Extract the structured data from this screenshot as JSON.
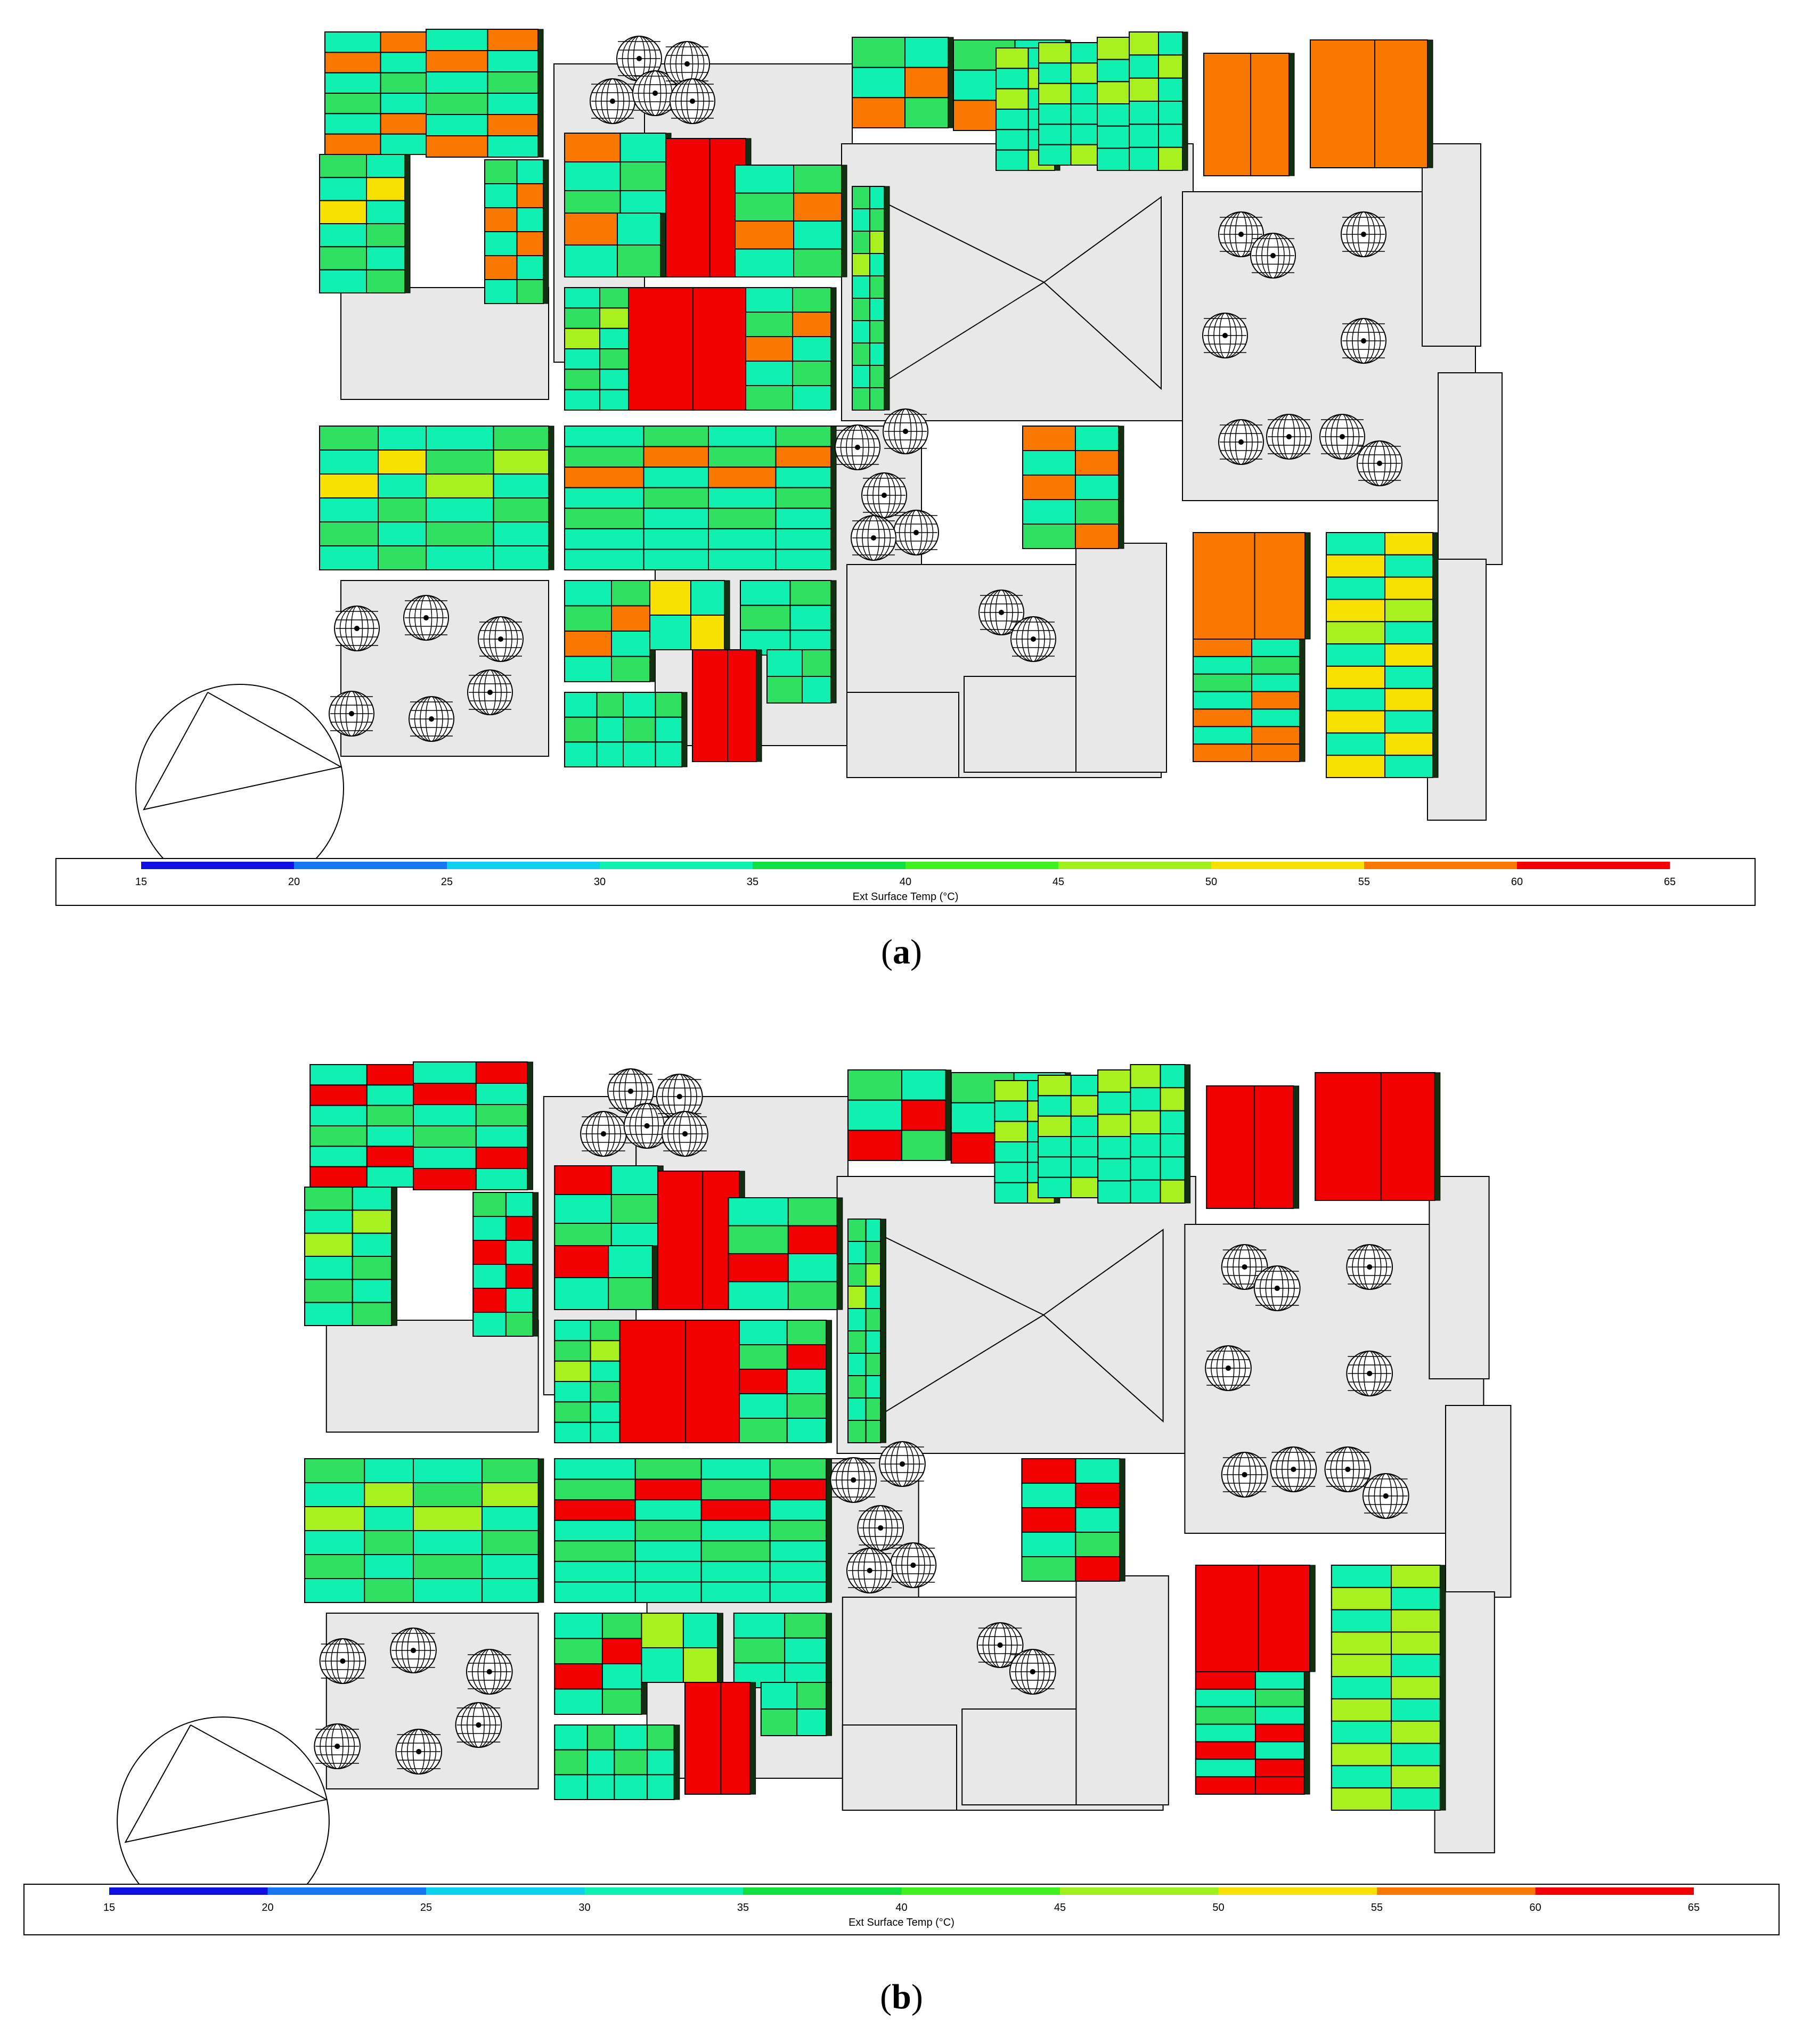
{
  "panels": [
    {
      "id": "a",
      "caption_open": "(",
      "caption_letter": "a",
      "caption_close": ")"
    },
    {
      "id": "b",
      "caption_open": "(",
      "caption_letter": "b",
      "caption_close": ")"
    }
  ],
  "legend": {
    "title": "Ext Surface Temp (°C)",
    "ticks": [
      "15",
      "20",
      "25",
      "30",
      "35",
      "40",
      "45",
      "50",
      "55",
      "60",
      "65"
    ],
    "colors": [
      "#1010e0",
      "#1478f0",
      "#10d0f0",
      "#10f0b0",
      "#10e040",
      "#40f020",
      "#a0f020",
      "#f8e000",
      "#f87800",
      "#f00000"
    ]
  },
  "palette": {
    "cyan": "#10f0b0",
    "green": "#30e060",
    "lime": "#a8f020",
    "yellow": "#f8e000",
    "orange": "#f87800",
    "red": "#f00000",
    "ground": "#e8e8e8",
    "tree": "#000000"
  }
}
